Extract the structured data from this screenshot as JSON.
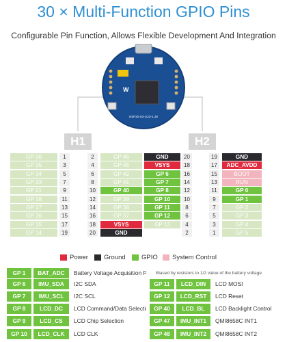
{
  "title": "30 × Multi-Function GPIO Pins",
  "subtitle": "Configurable Pin Function, Allows Flexible Development And Integration",
  "board": {
    "chip_label": "ESP32-S3-LCD-1.28"
  },
  "headers": {
    "h1": "H1",
    "h2": "H2"
  },
  "h1": {
    "left": [
      "GP 36",
      "GP 35",
      "GP 34",
      "GP 33",
      "GP 21",
      "GP 18",
      "GP 17",
      "GP 16",
      "GP 15",
      "GP 14"
    ],
    "left_num": [
      "1",
      "3",
      "5",
      "7",
      "9",
      "11",
      "13",
      "15",
      "17",
      "19"
    ],
    "right_num": [
      "2",
      "4",
      "6",
      "8",
      "10",
      "12",
      "14",
      "16",
      "18",
      "20"
    ],
    "right": [
      "GP 46",
      "GP 45",
      "GP 42",
      "GP 41",
      "GP 40",
      "GP 39",
      "GP 38",
      "GP 37",
      "VSYS",
      "GND"
    ],
    "right_types": [
      "gray",
      "gray",
      "gray",
      "gray",
      "green",
      "gray",
      "gray",
      "gray",
      "red",
      "dark"
    ]
  },
  "h2": {
    "left": [
      "GND",
      "VSYS",
      "GP 6",
      "GP 7",
      "GP 8",
      "GP 10",
      "GP 11",
      "GP 12",
      "GP 13"
    ],
    "left_types": [
      "dark",
      "red",
      "green",
      "green",
      "green",
      "green",
      "green",
      "green",
      "gray"
    ],
    "left_num": [
      "20",
      "18",
      "16",
      "14",
      "12",
      "10",
      "8",
      "6",
      "4",
      "2"
    ],
    "right_num": [
      "19",
      "17",
      "15",
      "13",
      "11",
      "9",
      "7",
      "5",
      "3",
      "1"
    ],
    "right": [
      "GND",
      "ADC_AVDD",
      "BOOT",
      "RUN",
      "GP 0",
      "GP 1",
      "GP 2",
      "GP 3",
      "GP 4",
      "GP 5"
    ],
    "right_types": [
      "dark",
      "red",
      "pink",
      "pink",
      "green",
      "green",
      "gray",
      "gray",
      "gray",
      "gray"
    ]
  },
  "legend": [
    {
      "label": "Power",
      "color": "#e02a3e"
    },
    {
      "label": "Ground",
      "color": "#2a2a2e"
    },
    {
      "label": "GPIO",
      "color": "#6fc33f"
    },
    {
      "label": "System Control",
      "color": "#f2b4bd"
    }
  ],
  "table_left": [
    {
      "gp": "GP 1",
      "fn": "BAT_ADC",
      "desc": "Battery Voltage Acquisition Pin"
    },
    {
      "gp": "GP 6",
      "fn": "IMU_SDA",
      "desc": "I2C SDA"
    },
    {
      "gp": "GP 7",
      "fn": "IMU_SCL",
      "desc": "I2C SCL"
    },
    {
      "gp": "GP 8",
      "fn": "LCD_DC",
      "desc": "LCD Command/Data Selection"
    },
    {
      "gp": "GP 9",
      "fn": "LCD_CS",
      "desc": "LCD Chip Selection"
    },
    {
      "gp": "GP 10",
      "fn": "LCD_CLK",
      "desc": "LCD CLK"
    }
  ],
  "table_note": "Biased by resistors to 1/2 value of the battery voltage",
  "table_right": [
    {
      "gp": "GP 11",
      "fn": "LCD_DIN",
      "desc": "LCD MOSI"
    },
    {
      "gp": "GP 12",
      "fn": "LCD_RST",
      "desc": "LCD Reset"
    },
    {
      "gp": "GP 40",
      "fn": "LCD_BL",
      "desc": "LCD Backlight Control"
    },
    {
      "gp": "GP 47",
      "fn": "IMU_INT1",
      "desc": "QMI8658C INT1"
    },
    {
      "gp": "GP 48",
      "fn": "IMU_INT2",
      "desc": "QMI8658C INT2"
    }
  ]
}
